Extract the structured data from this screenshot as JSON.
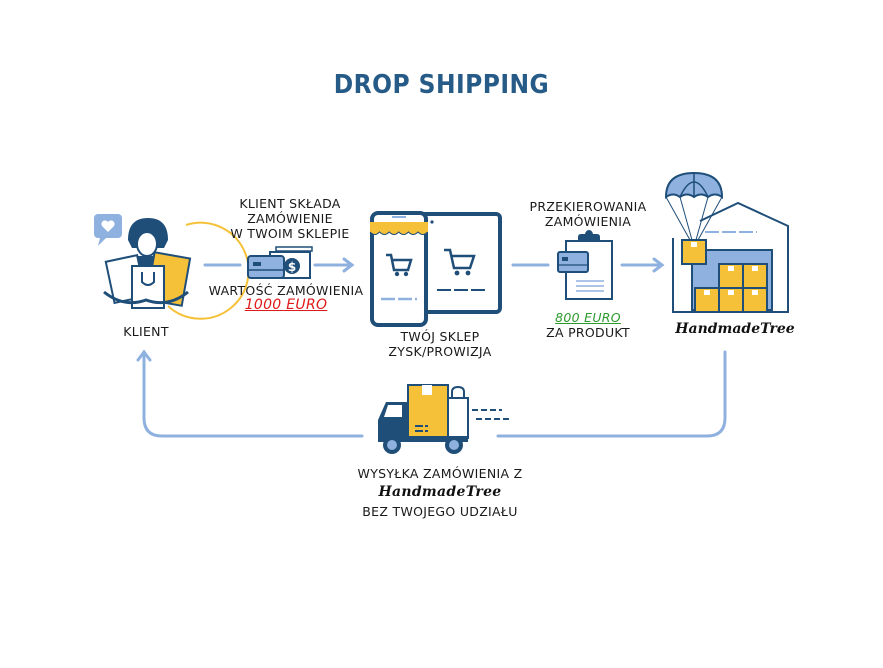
{
  "title": "DROP SHIPPING",
  "colors": {
    "title": "#265a87",
    "navy": "#1f4e79",
    "light_blue": "#8fb1df",
    "yellow": "#f5c138",
    "red_price": "#e0191b",
    "green_price": "#2c9a2c"
  },
  "nodes": {
    "client": {
      "label": "KLIENT",
      "icon": "customer-with-shopping-bags-icon"
    },
    "shop": {
      "line1": "TWÓJ SKLEP",
      "line2": "ZYSK/PROWIZJA",
      "icon": "online-shop-devices-icon"
    },
    "warehouse": {
      "label": "HandmadeTree",
      "icon": "warehouse-parachute-icon"
    }
  },
  "steps": {
    "order": {
      "line1": "KLIENT SKŁADA",
      "line2": "ZAMÓWIENIE",
      "line3": "W TWOIM SKLEPIE",
      "value_label": "WARTOŚĆ ZAMÓWIENIA",
      "value": "1000 EURO",
      "icon": "payment-card-cash-icon"
    },
    "redirect": {
      "line1": "PRZEKIEROWANIA",
      "line2": "ZAMÓWIENIA",
      "price": "800 EURO",
      "price_label": "ZA PRODUKT",
      "icon": "clipboard-order-icon"
    },
    "shipping": {
      "line1": "WYSYŁKA ZAMÓWIENIA Z",
      "line2": "HandmadeTree",
      "line3": "BEZ TWOJEGO UDZIAŁU",
      "icon": "delivery-truck-icon"
    }
  }
}
